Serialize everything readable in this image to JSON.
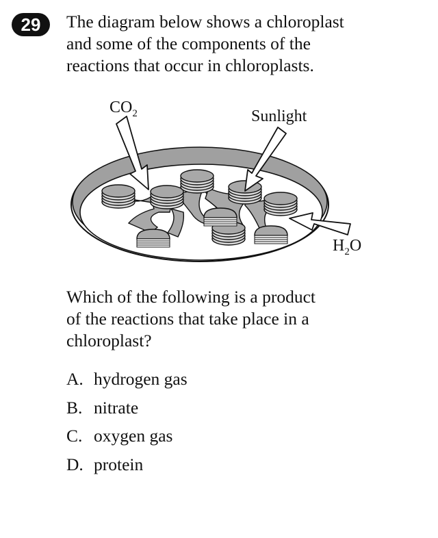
{
  "question": {
    "number": "29",
    "stem_lines": [
      "The diagram below shows a chloroplast",
      "and some of the components of the",
      "reactions that occur in chloroplasts."
    ],
    "prompt_lines": [
      "Which of the following is a product",
      "of the reactions that take place in a",
      "chloroplast?"
    ],
    "choices": [
      {
        "letter": "A.",
        "text": "hydrogen gas"
      },
      {
        "letter": "B.",
        "text": "nitrate"
      },
      {
        "letter": "C.",
        "text": "oxygen gas"
      },
      {
        "letter": "D.",
        "text": "protein"
      }
    ]
  },
  "diagram": {
    "labels": {
      "co2": {
        "main": "CO",
        "sub": "2"
      },
      "sunlight": "Sunlight",
      "h2o": {
        "main": "H",
        "sub": "2",
        "tail": "O"
      }
    }
  }
}
